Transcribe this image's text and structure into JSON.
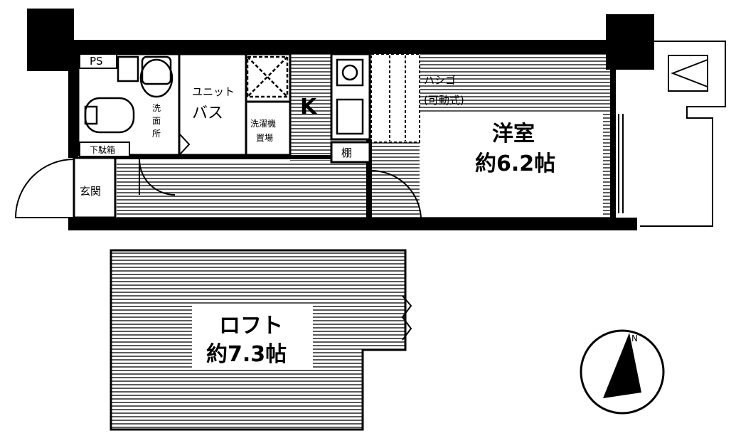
{
  "rooms": {
    "ps": "PS",
    "washroom": [
      "洗",
      "面",
      "所"
    ],
    "unit_bath": [
      "ユニット",
      "バス"
    ],
    "kitchen": "K",
    "washer": [
      "洗濯機",
      "置場"
    ],
    "shelf": "棚",
    "shoe_box": "下駄箱",
    "entrance": "玄関",
    "ladder": [
      "ハシゴ",
      "(可動式)"
    ],
    "western": {
      "name": "洋室",
      "size": "約6.2帖"
    },
    "loft": {
      "name": "ロフト",
      "size": "約7.3帖"
    }
  },
  "compass": {
    "label": "N"
  },
  "colors": {
    "wall": "#000000",
    "floor": "#ffffff",
    "hatch": "#000000"
  }
}
